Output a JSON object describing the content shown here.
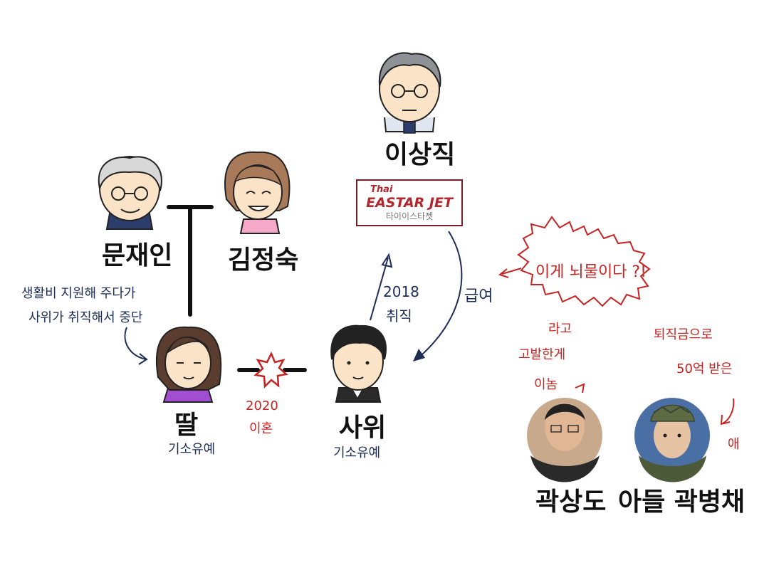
{
  "people": {
    "lee_sang_jik": "이상직",
    "moon_jae_in": "문재인",
    "kim_jung_sook": "김정숙",
    "daughter": "딸",
    "son_in_law": "사위",
    "kwak_sang_do": "곽상도",
    "kwak_byung_chae": "아들 곽병채"
  },
  "status": {
    "daughter_status": "기소유예",
    "son_in_law_status": "기소유예"
  },
  "logo": {
    "line1": "Thai",
    "line2": "EASTAR JET",
    "line3": "타이이스타젯"
  },
  "annotations": {
    "living_costs_line1": "생활비 지원해 주다가",
    "living_costs_line2": "사위가 취직해서 중단",
    "divorce_year": "2020",
    "divorce": "이혼",
    "hired_year": "2018",
    "hired": "취직",
    "salary": "급여",
    "bribe_cloud": "이게 뇌물이다 ?!",
    "accuser_line1": "라고",
    "accuser_line2": "고발한게",
    "accuser_line3": "이놈",
    "severance_line1": "퇴직금으로",
    "severance_line2": "50억 받은",
    "kid": "애"
  },
  "colors": {
    "ink": "#111111",
    "navy_note": "#1c2c55",
    "red_note": "#c62424",
    "brand": "#b3262e"
  }
}
